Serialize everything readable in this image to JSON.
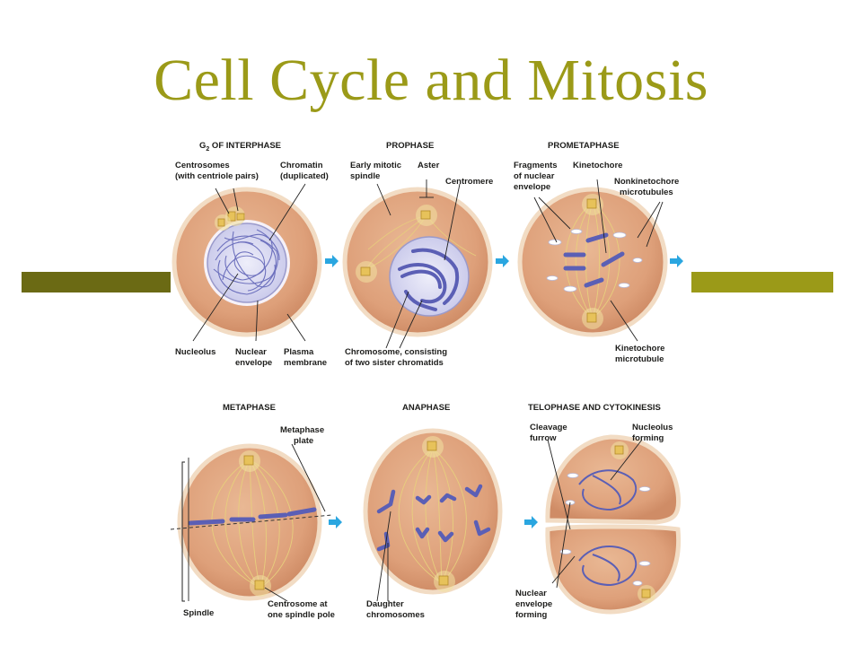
{
  "slide": {
    "title": "Cell Cycle and Mitosis"
  },
  "stages": {
    "g2_prefix": "G",
    "g2_sub": "2",
    "g2_suffix": " OF INTERPHASE",
    "prophase": "PROPHASE",
    "prometaphase": "PROMETAPHASE",
    "metaphase": "METAPHASE",
    "anaphase": "ANAPHASE",
    "telophase": "TELOPHASE AND CYTOKINESIS"
  },
  "labels": {
    "centrosomes_1": "Centrosomes",
    "centrosomes_2": "(with centriole pairs)",
    "chromatin_1": "Chromatin",
    "chromatin_2": "(duplicated)",
    "nucleolus": "Nucleolus",
    "nuclear_envelope_1": "Nuclear",
    "nuclear_envelope_2": "envelope",
    "plasma_membrane_1": "Plasma",
    "plasma_membrane_2": "membrane",
    "early_spindle_1": "Early mitotic",
    "early_spindle_2": "spindle",
    "aster": "Aster",
    "centromere": "Centromere",
    "chromosome_1": "Chromosome, consisting",
    "chromosome_2": "of two sister chromatids",
    "fragments_1": "Fragments",
    "fragments_2": "of nuclear",
    "fragments_3": "envelope",
    "kinetochore": "Kinetochore",
    "nonkinetochore_1": "Nonkinetochore",
    "nonkinetochore_2": "microtubules",
    "kinetochore_mt_1": "Kinetochore",
    "kinetochore_mt_2": "microtubule",
    "metaphase_plate_1": "Metaphase",
    "metaphase_plate_2": "plate",
    "spindle": "Spindle",
    "centrosome_pole_1": "Centrosome at",
    "centrosome_pole_2": "one spindle pole",
    "daughter_1": "Daughter",
    "daughter_2": "chromosomes",
    "cleavage_1": "Cleavage",
    "cleavage_2": "furrow",
    "nucleolus_forming_1": "Nucleolus",
    "nucleolus_forming_2": "forming",
    "nuclear_forming_1": "Nuclear",
    "nuclear_forming_2": "envelope",
    "nuclear_forming_3": "forming"
  },
  "colors": {
    "title": "#9b9a18",
    "bar_left": "#6b6a14",
    "bar_right": "#9b9a18",
    "cell_fill": "#e2a985",
    "cell_edge": "#f3dcc2",
    "chromosome": "#5b5fb5",
    "nucleus": "#d9d9f1",
    "arrow": "#2aa6e0",
    "centrosome": "#e7c25a"
  }
}
